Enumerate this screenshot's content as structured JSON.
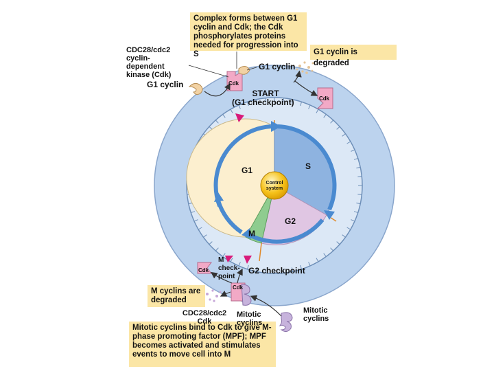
{
  "notes": {
    "g1_complex": "Complex forms between G1 cyclin and Cdk; the Cdk phosphorylates proteins needed for progression into S",
    "g1_degraded": "G1 cyclin is degraded",
    "m_degraded": "M cyclins are degraded",
    "mitotic_bind": "Mitotic cyclins bind to Cdk to give M-phase promoting factor (MPF); MPF becomes activated and stimulates events to move cell into M"
  },
  "labels": {
    "cdc28_kinase": "CDC28/cdc2 cyclin-dependent kinase (Cdk)",
    "g1_cyclin_left": "G1 cyclin",
    "g1_cyclin_top": "G1 cyclin",
    "start": "START",
    "g1_checkpoint": "(G1 checkpoint)",
    "m_checkpoint": "M check- point",
    "g2_checkpoint": "G2 checkpoint",
    "cdc28_bottom": "CDC28/cdc2 Cdk",
    "mitotic_cyclins_center": "Mitotic cyclins",
    "mitotic_cyclins_right": "Mitotic cyclins",
    "cdk_tag": "Cdk"
  },
  "phases": {
    "g1": "G1",
    "s": "S",
    "g2": "G2",
    "m": "M",
    "control": "Control system"
  },
  "colors": {
    "outer_ring": "#bcd3ee",
    "inner_dial": "#dce8f6",
    "g1_fill": "#fcefcf",
    "s_fill": "#8eb3e0",
    "g2_fill": "#e0c6e3",
    "m_fill": "#8fcc8f",
    "arrow": "#4a8ad0",
    "cdk": "#f2a9c6",
    "cyclin_g1": "#f2d2a4",
    "cyclin_mitotic": "#c7b3dc",
    "center": "#f6c21a",
    "note_bg": "#fbe6a6"
  }
}
